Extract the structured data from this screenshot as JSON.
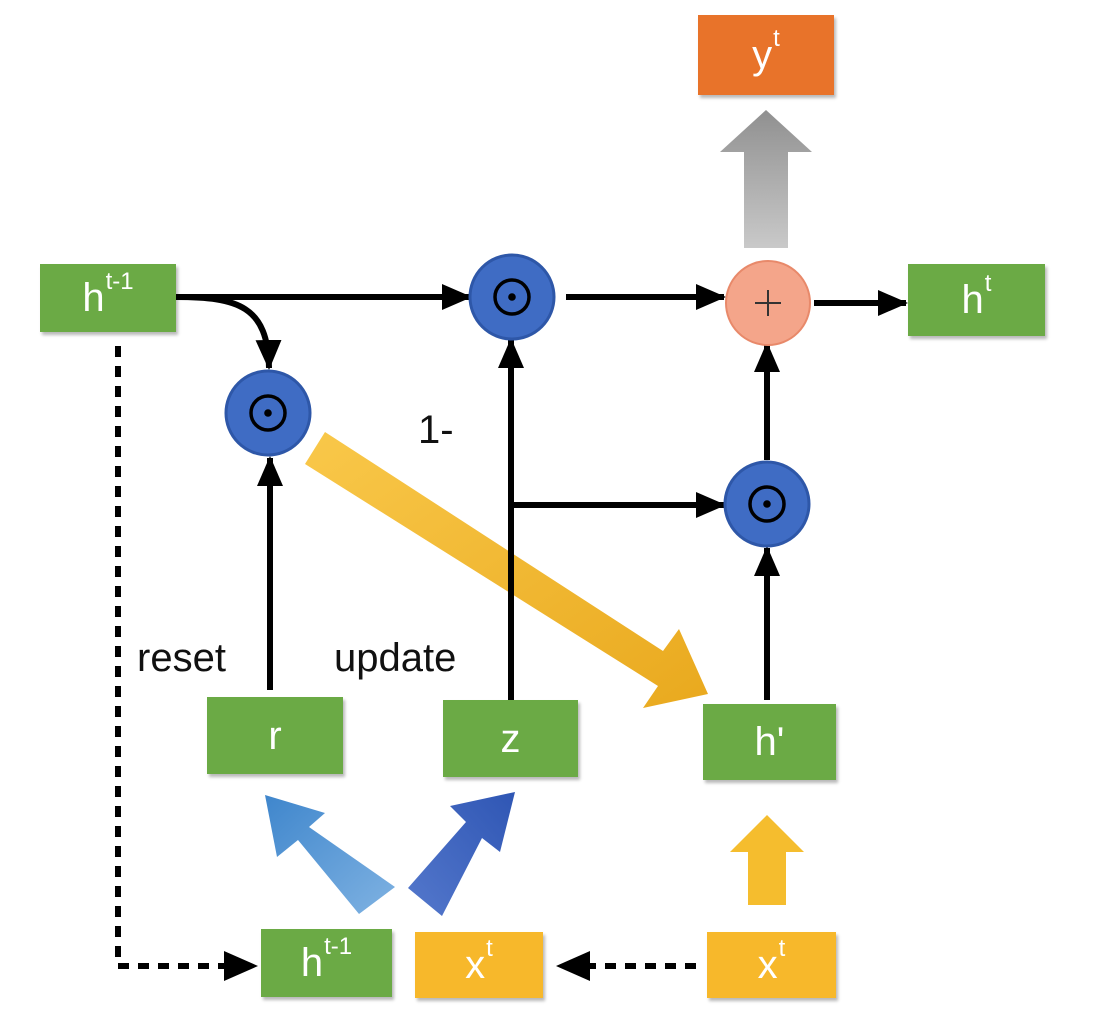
{
  "colors": {
    "green_box": "#6BAA45",
    "orange_box": "#E8732A",
    "yellow_box": "#F7B82B",
    "blue_op": "#3F6CC4",
    "pink_op": "#F4A58A",
    "arrow_black": "#000000",
    "arrow_gray": "#A6A6A6",
    "arrow_yellow": "#F5BD2E",
    "arrow_blue_light": "#5B9BD5",
    "arrow_blue_dark": "#3B64C0"
  },
  "nodes": {
    "y_out": {
      "base": "y",
      "sup": "t"
    },
    "h_prev_top": {
      "base": "h",
      "sup": "t-1"
    },
    "h_out": {
      "base": "h",
      "sup": "t"
    },
    "r": {
      "base": "r",
      "sup": ""
    },
    "z": {
      "base": "z",
      "sup": ""
    },
    "h_candidate": {
      "base": "h'",
      "sup": ""
    },
    "h_prev_bottom": {
      "base": "h",
      "sup": "t-1"
    },
    "x_mid": {
      "base": "x",
      "sup": "t"
    },
    "x_right": {
      "base": "x",
      "sup": "t"
    }
  },
  "operators": {
    "hadamard_symbol": "⊙",
    "plus_symbol": "+"
  },
  "labels": {
    "one_minus": "1-",
    "reset": "reset",
    "update": "update"
  }
}
